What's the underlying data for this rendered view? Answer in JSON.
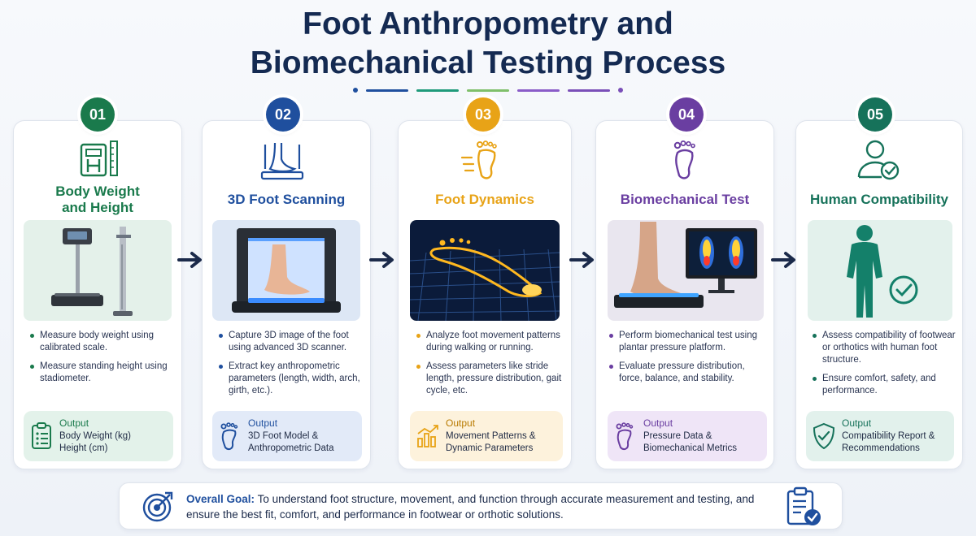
{
  "title": {
    "line1": "Foot Anthropometry and",
    "line2": "Biomechanical Testing Process"
  },
  "colors": {
    "navy": "#142a52",
    "green": "#1a7a4c",
    "blue": "#1f4f9e",
    "orange": "#e8a317",
    "purple": "#6a3ea1",
    "teal": "#16725a"
  },
  "steps": [
    {
      "number": "01",
      "title_line1": "Body Weight",
      "title_line2": "and Height",
      "icon": "scale-ruler-icon",
      "image": "weight-scale-stadiometer-photo",
      "bullets": [
        "Measure body weight using calibrated scale.",
        "Measure standing height using stadiometer."
      ],
      "output_label": "Output",
      "output_line1": "Body Weight (kg)",
      "output_line2": "Height (cm)",
      "output_icon": "clipboard-icon"
    },
    {
      "number": "02",
      "title_line1": "3D Foot Scanning",
      "icon": "foot-scanner-icon",
      "image": "3d-foot-scanner-photo",
      "bullets": [
        "Capture 3D image of the foot using advanced 3D scanner.",
        "Extract key anthropometric parameters (length, width, arch, girth, etc.)."
      ],
      "output_label": "Output",
      "output_line1": "3D Foot Model &",
      "output_line2": "Anthropometric Data",
      "output_icon": "footprint-icon"
    },
    {
      "number": "03",
      "title_line1": "Foot Dynamics",
      "icon": "moving-foot-icon",
      "image": "glowing-footprint-grid-photo",
      "bullets": [
        "Analyze foot movement patterns during walking or running.",
        "Assess parameters like stride length, pressure distribution, gait cycle, etc."
      ],
      "output_label": "Output",
      "output_line1": "Movement Patterns &",
      "output_line2": "Dynamic Parameters",
      "output_icon": "bar-chart-icon"
    },
    {
      "number": "04",
      "title_line1": "Biomechanical Test",
      "icon": "footprint-icon",
      "image": "plantar-pressure-platform-photo",
      "bullets": [
        "Perform biomechanical test using plantar pressure platform.",
        "Evaluate pressure distribution, force, balance, and stability."
      ],
      "output_label": "Output",
      "output_line1": "Pressure Data &",
      "output_line2": "Biomechanical Metrics",
      "output_icon": "footprint-icon"
    },
    {
      "number": "05",
      "title_line1": "Human Compatibility",
      "icon": "person-check-icon",
      "image": "human-silhouette-check-photo",
      "bullets": [
        "Assess compatibility of footwear or orthotics with human foot structure.",
        "Ensure comfort, safety, and performance."
      ],
      "output_label": "Output",
      "output_line1": "Compatibility Report &",
      "output_line2": "Recommendations",
      "output_icon": "shield-check-icon"
    }
  ],
  "goal": {
    "label": "Overall Goal:",
    "text": "To understand foot structure, movement, and function through accurate measurement and testing, and ensure the best fit, comfort, and performance in footwear or orthotic solutions.",
    "icon_left": "target-icon",
    "icon_right": "clipboard-check-icon"
  }
}
